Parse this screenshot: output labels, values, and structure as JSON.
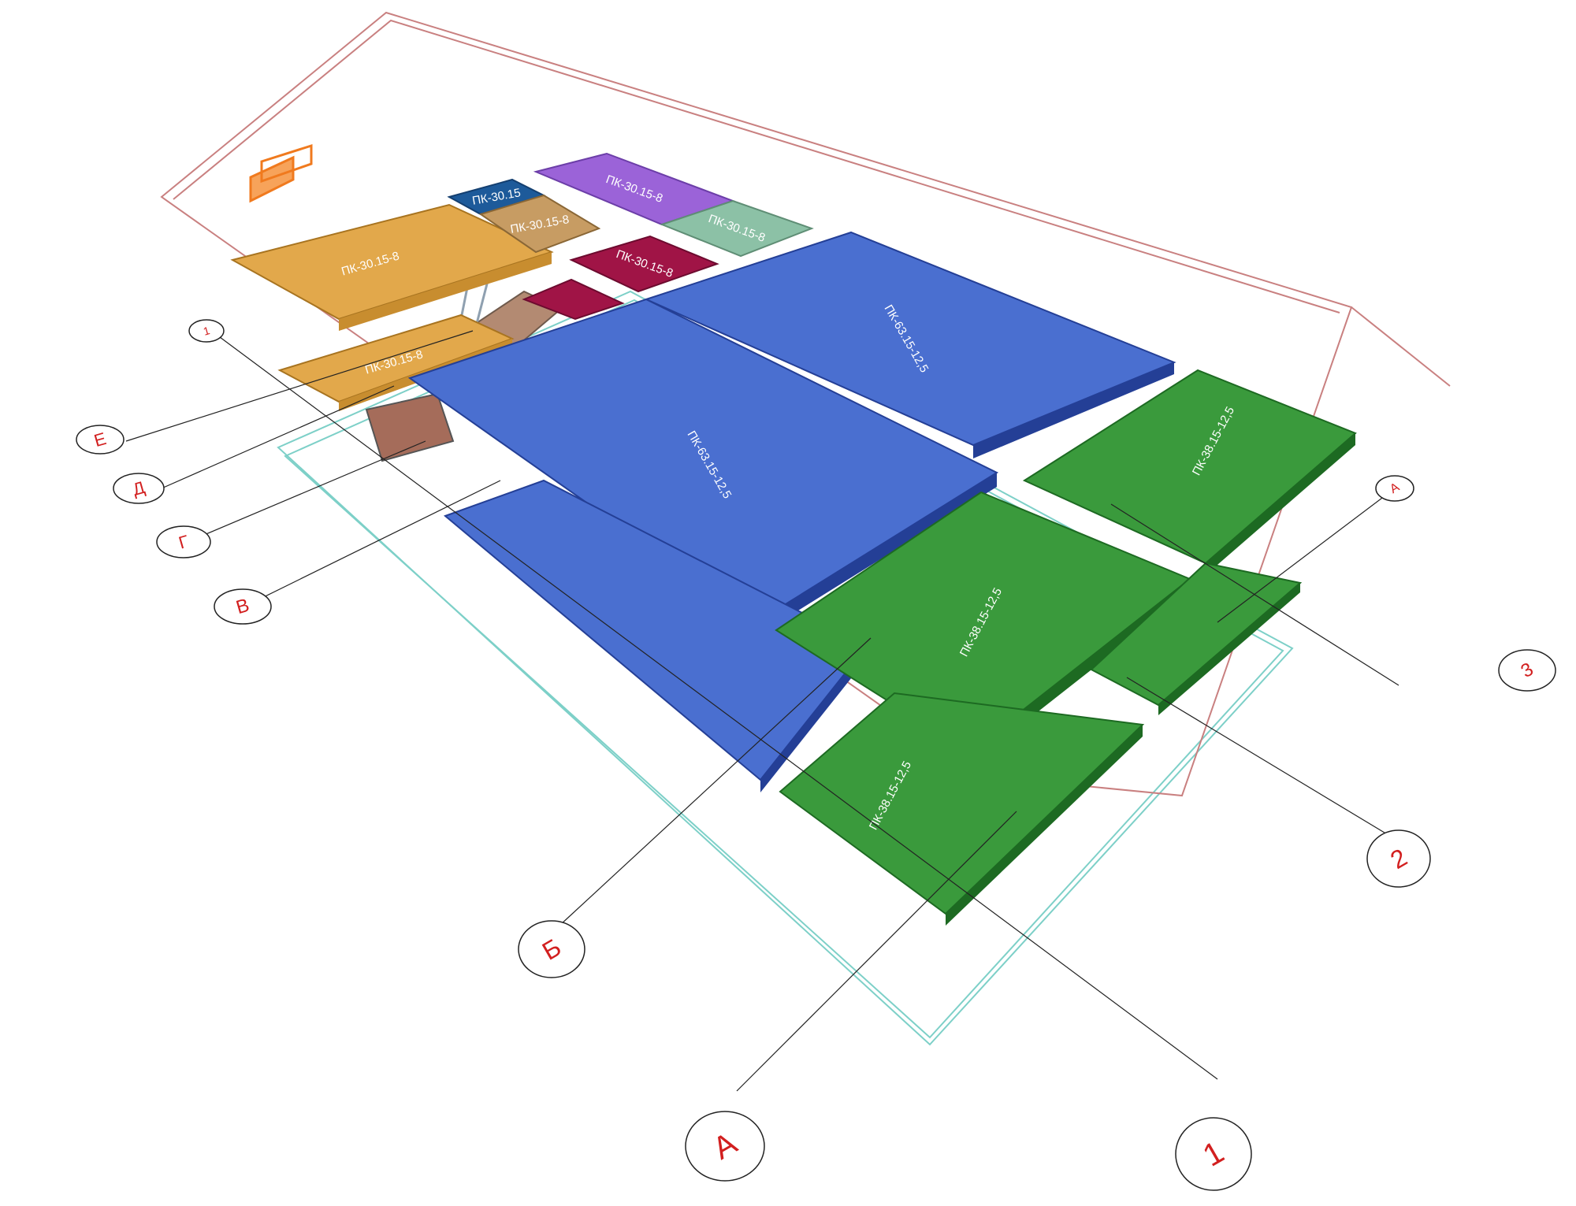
{
  "colors": {
    "slab_orange": "#e2a84b",
    "slab_blue": "#4a6fd0",
    "slab_blue_edge": "#243f96",
    "slab_green": "#3a9a3c",
    "slab_green_edge": "#1d6a22",
    "slab_purple": "#9b63d8",
    "slab_teal": "#8cc1a6",
    "slab_crimson": "#a01446",
    "slab_tan": "#c79c63",
    "slab_navy": "#1d5a9a",
    "axis_red": "#d21f1f",
    "roof_outline": "#c98080",
    "base_outline": "#7dd0c8",
    "vent": "#f07a1e"
  },
  "axes": {
    "letters": [
      "Е",
      "Д",
      "Г",
      "В",
      "Б",
      "А"
    ],
    "numbers": [
      "1",
      "2",
      "3"
    ],
    "small_top_letter": "А",
    "small_top_number": "1"
  },
  "slab_labels": {
    "orange": "ПК-30.15-8",
    "orange_small": "ПК-30.15-8",
    "blue": "ПК-63.15-12,5",
    "green": "ПК-38.15-12,5",
    "purple": "ПК-30.15-8",
    "teal": "ПК-30.15-8",
    "crimson": "ПК-30.15-8",
    "tan": "ПК-30.15-8",
    "navy": "ПК-30.15"
  }
}
